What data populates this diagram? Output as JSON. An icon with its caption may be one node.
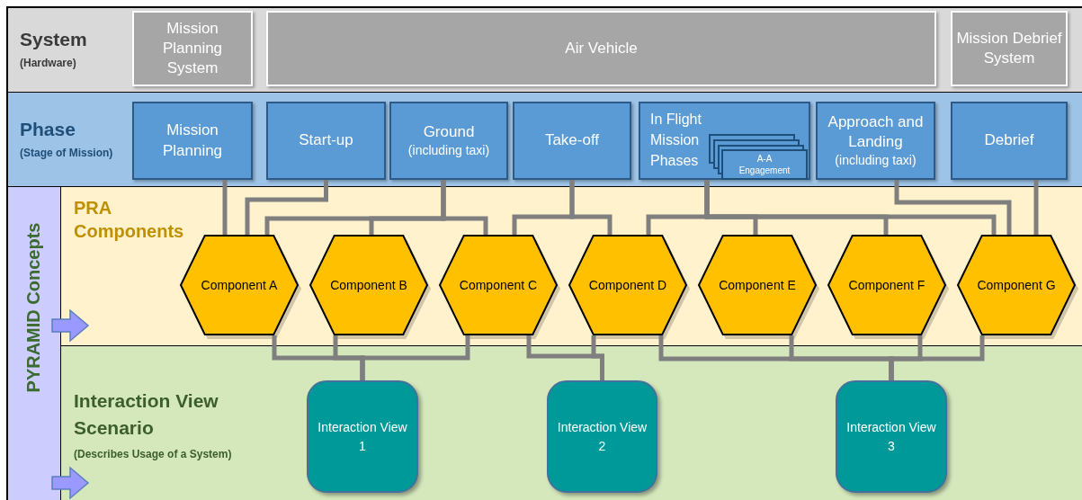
{
  "diagram": {
    "nodes": [
      {
        "text": [
          "System",
          "(Hardware)"
        ]
      },
      {
        "text": [
          "Mission Planning System"
        ],
        "in": 0
      },
      {
        "text": [
          "Air Vehicle"
        ],
        "in": 0
      },
      {
        "text": [
          "Mission Debrief System"
        ],
        "in": 0
      },
      {
        "text": [
          "Phase",
          "(Stage of Mission)"
        ]
      },
      {
        "text": [
          "Mission Planning"
        ],
        "in": 4
      },
      {
        "text": [
          "Start-up"
        ],
        "in": 4
      },
      {
        "text": [
          "Ground",
          "(including taxi)"
        ],
        "in": 4
      },
      {
        "text": [
          "Take-off"
        ],
        "in": 4
      },
      {
        "text": [
          "In Flight Mission Phases"
        ],
        "in": 4
      },
      {
        "text": [
          "A-A Engagement"
        ],
        "in": 9
      },
      {
        "text": [
          "Approach and Landing",
          "(including taxi)"
        ],
        "in": 4
      },
      {
        "text": [
          "Debrief"
        ],
        "in": 4
      },
      {
        "text": [
          "PYRAMID Concepts"
        ]
      },
      {
        "text": [
          "PRA Components"
        ]
      },
      {
        "text": [
          "Component A"
        ],
        "in": 14
      },
      {
        "text": [
          "Component B"
        ],
        "in": 14
      },
      {
        "text": [
          "Component C"
        ],
        "in": 14
      },
      {
        "text": [
          "Component D"
        ],
        "in": 14
      },
      {
        "text": [
          "Component E"
        ],
        "in": 14
      },
      {
        "text": [
          "Component F"
        ],
        "in": 14
      },
      {
        "text": [
          "Component G"
        ],
        "in": 14
      },
      {
        "text": [
          "Interaction View Scenario",
          "(Describes Usage of a System)"
        ]
      },
      {
        "text": [
          "Interaction View 1"
        ],
        "in": 22
      },
      {
        "text": [
          "Interaction View 2"
        ],
        "in": 22
      },
      {
        "text": [
          "Interaction View 3"
        ],
        "in": 22
      }
    ],
    "edges": [
      {
        "from": 5,
        "to": 15,
        "arrow": "none"
      },
      {
        "from": 6,
        "to": 15,
        "arrow": "none"
      },
      {
        "from": 7,
        "to": 15,
        "arrow": "none"
      },
      {
        "from": 7,
        "to": 16,
        "arrow": "none"
      },
      {
        "from": 7,
        "to": 17,
        "arrow": "none"
      },
      {
        "from": 8,
        "to": 17,
        "arrow": "none"
      },
      {
        "from": 8,
        "to": 18,
        "arrow": "none"
      },
      {
        "from": 9,
        "to": 18,
        "arrow": "none"
      },
      {
        "from": 9,
        "to": 19,
        "arrow": "none"
      },
      {
        "from": 9,
        "to": 20,
        "arrow": "none"
      },
      {
        "from": 9,
        "to": 21,
        "arrow": "none"
      },
      {
        "from": 11,
        "to": 21,
        "arrow": "none"
      },
      {
        "from": 12,
        "to": 21,
        "arrow": "none"
      },
      {
        "from": 15,
        "to": 23,
        "arrow": "none"
      },
      {
        "from": 16,
        "to": 23,
        "arrow": "none"
      },
      {
        "from": 17,
        "to": 23,
        "arrow": "none"
      },
      {
        "from": 17,
        "to": 24,
        "arrow": "none"
      },
      {
        "from": 18,
        "to": 24,
        "arrow": "none"
      },
      {
        "from": 18,
        "to": 25,
        "arrow": "none"
      },
      {
        "from": 19,
        "to": 25,
        "arrow": "none"
      },
      {
        "from": 20,
        "to": 25,
        "arrow": "none"
      },
      {
        "from": 21,
        "to": 25,
        "arrow": "none"
      }
    ]
  }
}
